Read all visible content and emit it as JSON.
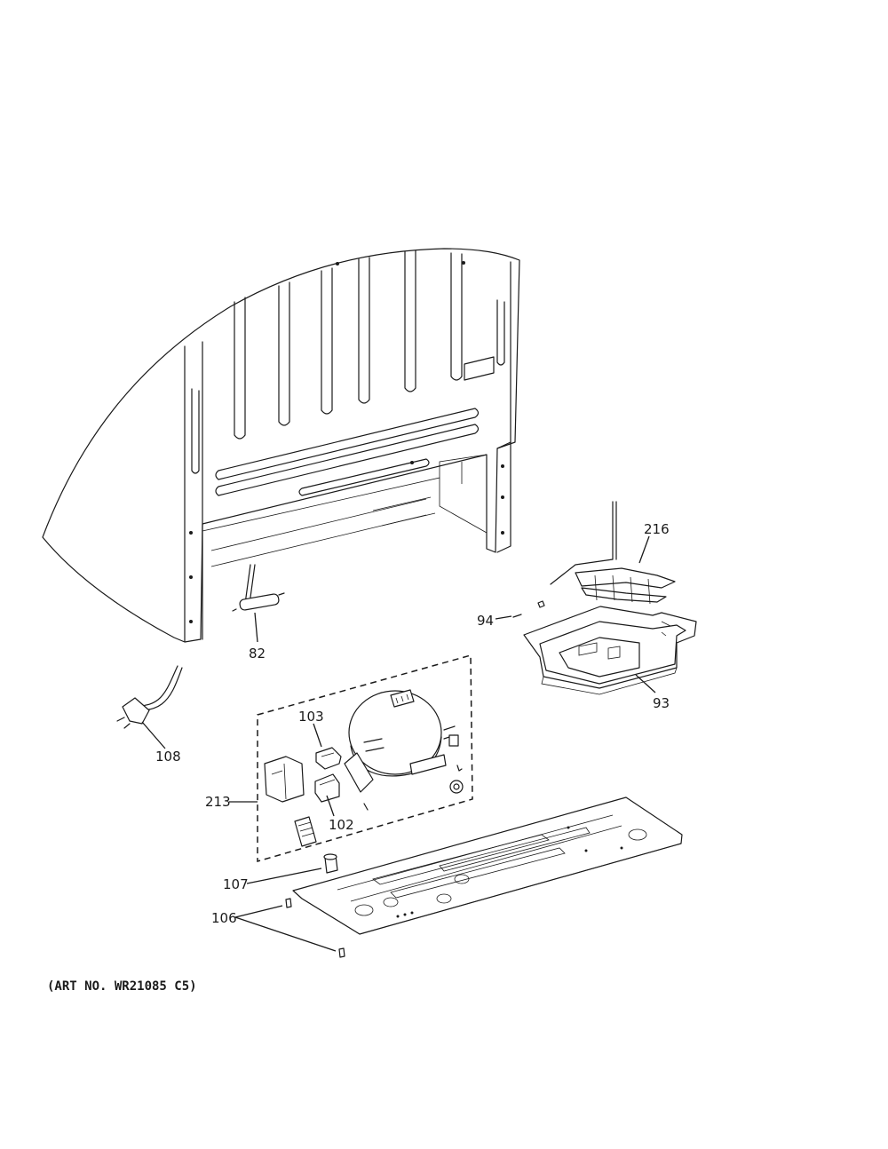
{
  "callouts": {
    "c82": "82",
    "c93": "93",
    "c94": "94",
    "c102": "102",
    "c103": "103",
    "c106": "106",
    "c107": "107",
    "c108": "108",
    "c213": "213",
    "c216": "216"
  },
  "art_number": "(ART NO. WR21085 C5)"
}
